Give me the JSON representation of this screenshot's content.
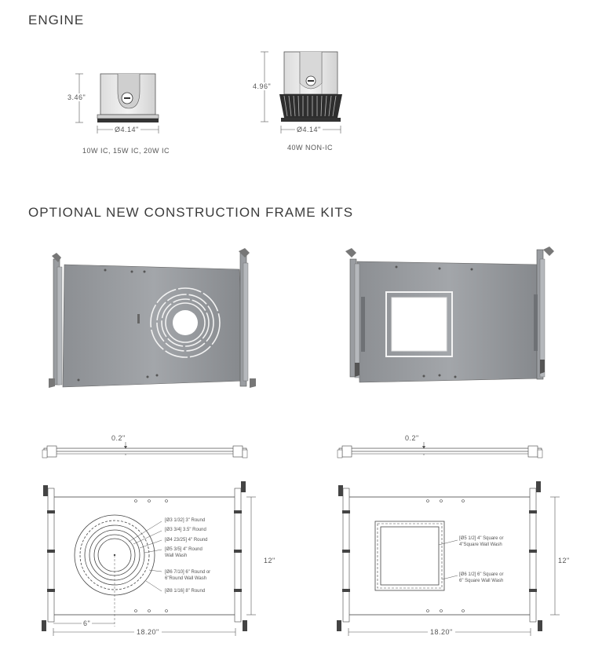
{
  "headings": {
    "engine": "ENGINE",
    "frame_kits": "OPTIONAL NEW CONSTRUCTION FRAME KITS"
  },
  "engine_ic": {
    "height": "3.46\"",
    "diameter": "Ø4.14\"",
    "caption": "10W IC, 15W IC, 20W IC"
  },
  "engine_nonic": {
    "height": "4.96\"",
    "diameter": "Ø4.14\"",
    "caption": "40W NON-IC"
  },
  "round_frame": {
    "offset": "0.2\"",
    "depth": "12\"",
    "width": "18.20\"",
    "center_offset": "6\"",
    "knockouts": [
      "[Ø3 1/32] 3\" Round",
      "[Ø3 3/4] 3.5\" Round",
      "[Ø4 23/25] 4\" Round",
      "[Ø5 3/5] 4\" Round",
      "Wall Wash",
      "[Ø6 7/10] 6\" Round or",
      "6\"Round Wall Wash",
      "[Ø8 1/16] 8\" Round"
    ]
  },
  "square_frame": {
    "offset": "0.2\"",
    "depth": "12\"",
    "width": "18.20\"",
    "knockouts": [
      "[Ø5 1/2] 4\" Square or",
      "4\"Square Wall Wash",
      "[Ø6 1/2] 6\" Square or",
      "6\" Square Wall Wash"
    ]
  }
}
